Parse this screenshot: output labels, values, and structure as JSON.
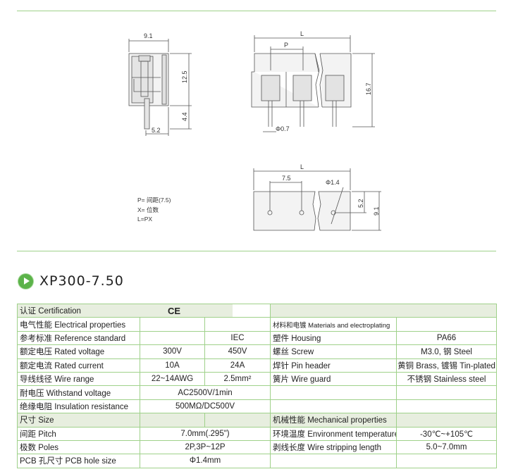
{
  "drawing": {
    "side": {
      "width": "9.1",
      "height_body": "12.5",
      "height_pin": "4.4",
      "pin_offset": "5.2"
    },
    "front": {
      "length": "L",
      "pitch": "P",
      "height": "16.7",
      "pin_dia": "Φ0.7"
    },
    "bottom": {
      "length": "L",
      "pitch": "7.5",
      "hole": "Φ1.4",
      "hole_offset": "5.2",
      "depth": "9.1"
    },
    "legend": [
      "P= 间距(7.5)",
      "X= 位数",
      "L=PX"
    ]
  },
  "product": {
    "name": "XP300-7.50"
  },
  "table": {
    "certification": {
      "label": "认证 Certification",
      "value": "CE"
    },
    "rows": [
      [
        "电气性能 Electrical properties",
        "",
        "",
        "材料和电镀 Materials and electroplating",
        ""
      ],
      [
        "参考标准 Reference standard",
        "",
        "IEC",
        "塑件 Housing",
        "PA66"
      ],
      [
        "额定电压 Rated voltage",
        "300V",
        "450V",
        "螺丝 Screw",
        "M3.0, 钢 Steel"
      ],
      [
        "额定电流 Rated current",
        "10A",
        "24A",
        "焊针 Pin header",
        "黄铜 Brass, 镀锡 Tin-plated"
      ],
      [
        "导线线径 Wire range",
        "22~14AWG",
        "2.5mm²",
        "簧片 Wire guard",
        "不锈钢 Stainless steel"
      ],
      [
        "耐电压 Withstand voltage",
        "AC2500V/1min",
        "",
        "",
        ""
      ],
      [
        "绝缘电阻 Insulation resistance",
        "500MΩ/DC500V",
        "",
        "",
        ""
      ],
      [
        "尺寸 Size",
        "",
        "",
        "机械性能 Mechanical properties",
        ""
      ],
      [
        "间距 Pitch",
        "7.0mm(.295\")",
        "",
        "环境温度 Environment temperature",
        "-30℃~+105℃"
      ],
      [
        "极数 Poles",
        "2P,3P~12P",
        "",
        "剥线长度 Wire stripping length",
        "5.0~7.0mm"
      ],
      [
        "PCB 孔尺寸 PCB hole size",
        "Φ1.4mm",
        "",
        "",
        ""
      ]
    ]
  }
}
